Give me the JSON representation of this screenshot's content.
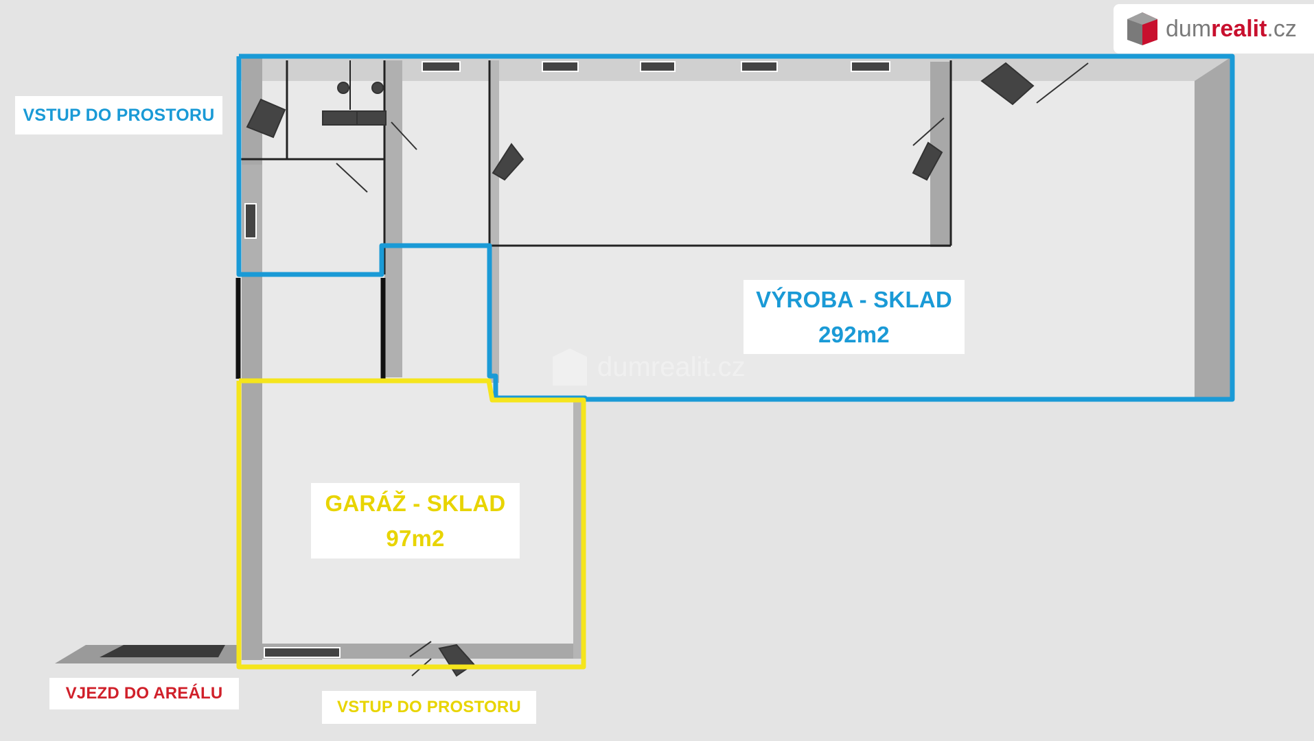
{
  "brand": {
    "name_plain": "dum",
    "name_accent": "realit",
    "name_suffix": ".cz",
    "accent_color": "#c8102e"
  },
  "watermark": "dumrealit.cz",
  "labels": {
    "entrance_top": "VSTUP DO PROSTORU",
    "production_title": "VÝROBA - SKLAD",
    "production_area": "292m2",
    "garage_title": "GARÁŽ - SKLAD",
    "garage_area": "97m2",
    "site_entry": "VJEZD DO AREÁLU",
    "entrance_bottom": "VSTUP DO PROSTORU"
  },
  "colors": {
    "blue_zone": "#1a9ad6",
    "yellow_zone": "#f5e51c",
    "site_entry_text": "#d0202a",
    "garage_text": "#e8d400"
  }
}
